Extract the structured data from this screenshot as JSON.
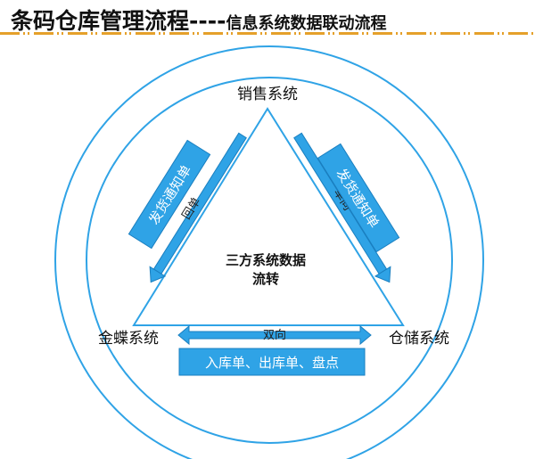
{
  "header": {
    "title": "条码仓库管理流程----",
    "subtitle": "信息系统数据联动流程"
  },
  "nodes": {
    "top": "销售系统",
    "left": "金蝶系统",
    "right": "仓储系统"
  },
  "center": {
    "line1": "三方系统数据",
    "line2": "流转"
  },
  "left_flow": {
    "box": "发货通知单",
    "arrow_label": "回单"
  },
  "right_flow": {
    "box": "发货通知单",
    "arrow_label": "单向"
  },
  "bottom_flow": {
    "arrow_label": "双向",
    "box": "入库单、出库单、盘点"
  },
  "colors": {
    "accent": "#2fa3e6",
    "rule": "#e5a02a"
  }
}
